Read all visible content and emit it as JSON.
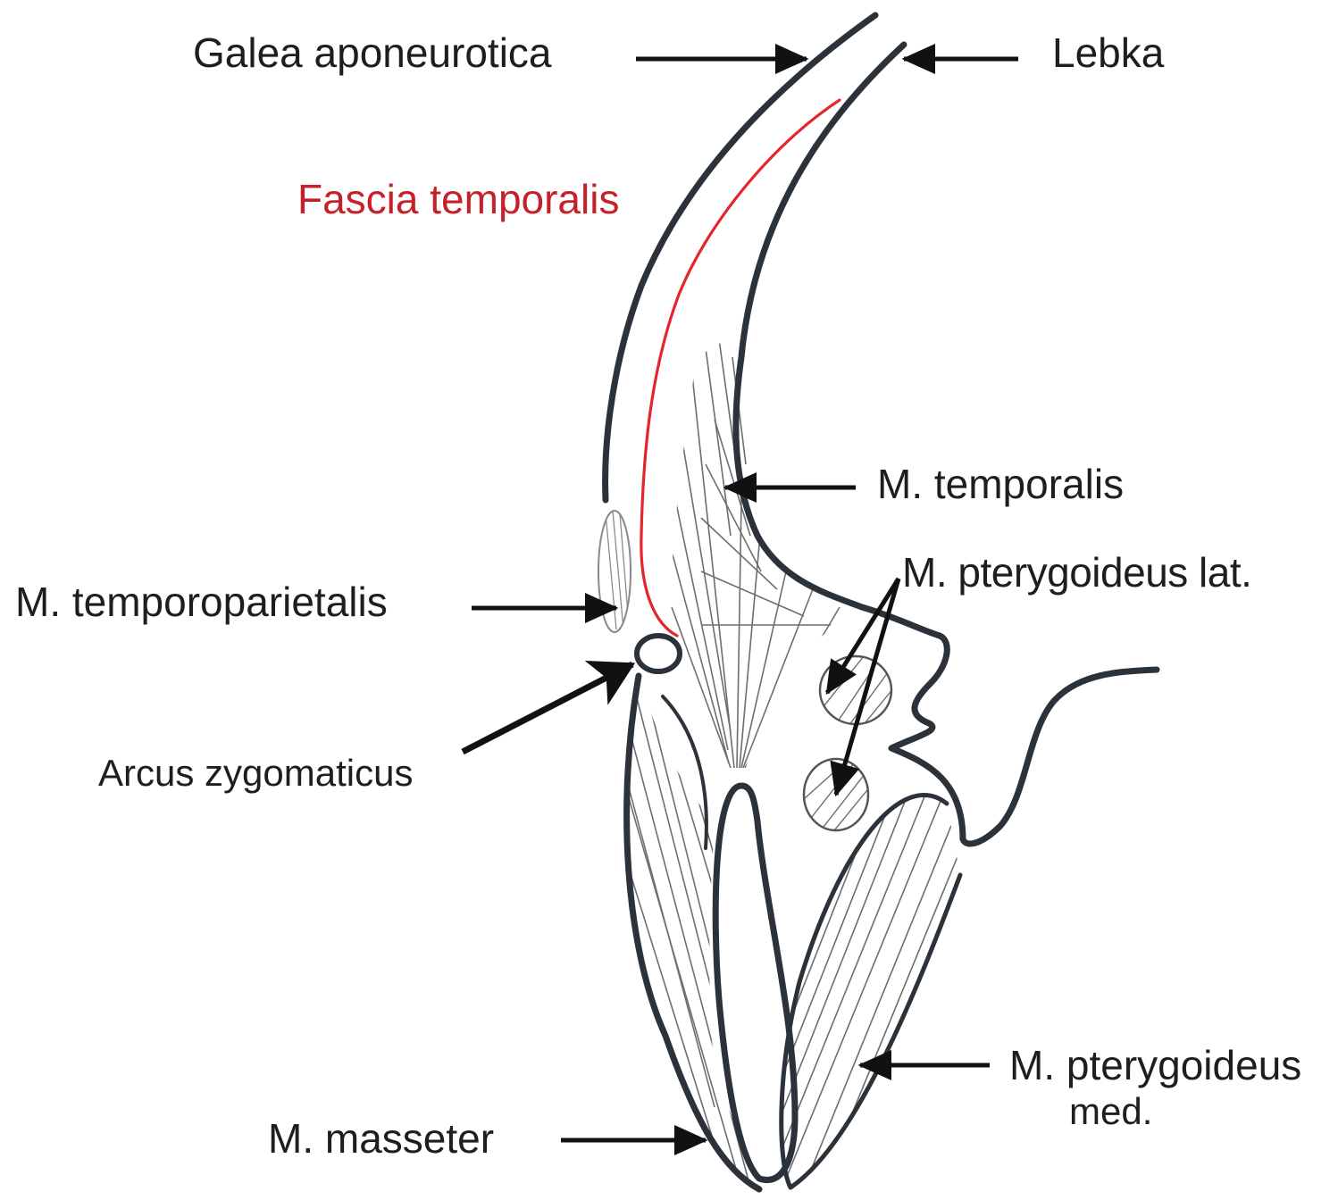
{
  "colors": {
    "outline": "#2b323a",
    "fascia": "#e3262c",
    "hatch": "#6e6e6e",
    "label": "#1e1e1e",
    "fascia_label": "#c8202a",
    "background": "#ffffff"
  },
  "labels": {
    "galea": "Galea aponeurotica",
    "lebka": "Lebka",
    "fascia_temporalis": "Fascia temporalis",
    "m_temporalis": "M. temporalis",
    "m_pterygoideus_lat": "M. pterygoideus  lat.",
    "m_temporoparietalis": "M. temporoparietalis",
    "arcus_zygomaticus": "Arcus zygomaticus",
    "m_pterygoideus_med_line1": "M. pterygoideus",
    "m_pterygoideus_med_line2": "med.",
    "m_masseter": "M. masseter"
  }
}
